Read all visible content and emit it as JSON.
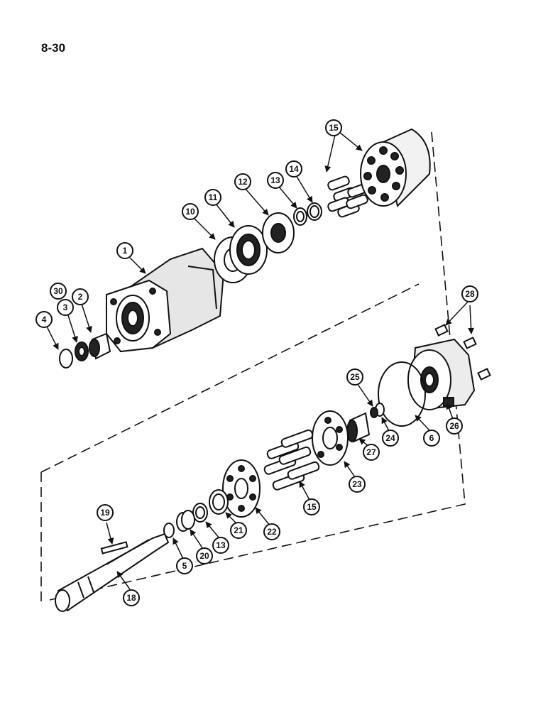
{
  "page": {
    "number": "8-30"
  },
  "callouts": [
    {
      "label": "15"
    },
    {
      "label": "14"
    },
    {
      "label": "13"
    },
    {
      "label": "12"
    },
    {
      "label": "11"
    },
    {
      "label": "10"
    },
    {
      "label": "1"
    },
    {
      "label": "30"
    },
    {
      "label": "3"
    },
    {
      "label": "2"
    },
    {
      "label": "4"
    },
    {
      "label": "28"
    },
    {
      "label": "25"
    },
    {
      "label": "24"
    },
    {
      "label": "27"
    },
    {
      "label": "6"
    },
    {
      "label": "26"
    },
    {
      "label": "23"
    },
    {
      "label": "15"
    },
    {
      "label": "22"
    },
    {
      "label": "21"
    },
    {
      "label": "13"
    },
    {
      "label": "20"
    },
    {
      "label": "5"
    },
    {
      "label": "19"
    },
    {
      "label": "18"
    }
  ]
}
